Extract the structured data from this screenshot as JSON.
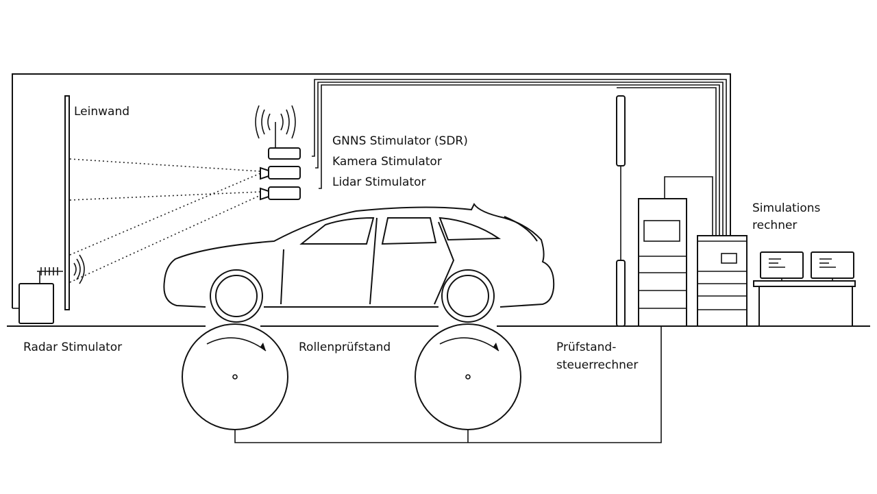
{
  "labels": {
    "leinwand": "Leinwand",
    "gnns": "GNNS Stimulator (SDR)",
    "kamera": "Kamera Stimulator",
    "lidar": "Lidar Stimulator",
    "simulations_line1": "Simulations",
    "simulations_line2": "rechner",
    "radar": "Radar Stimulator",
    "rollen": "Rollenprüfstand",
    "pruef_line1": "Prüfstand-",
    "pruef_line2": "steuerrechner"
  },
  "icons": [
    "antenna-icon",
    "radar-antenna-icon",
    "monitor-icon",
    "car-icon"
  ]
}
